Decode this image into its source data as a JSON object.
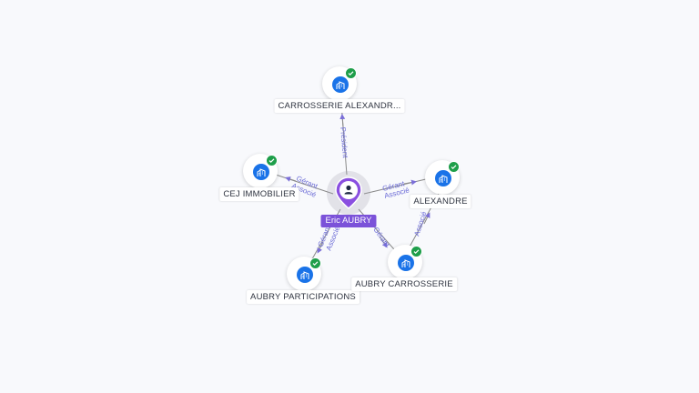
{
  "person": {
    "name": "Eric AUBRY",
    "icon": "person-icon",
    "color": "#7b52d9"
  },
  "companies": [
    {
      "id": "carrosserie-alexandre",
      "label": "CARROSSERIE ALEXANDR...",
      "icon": "building-icon",
      "verified": true
    },
    {
      "id": "cej-immobilier",
      "label": "CEJ IMMOBILIER",
      "icon": "building-icon",
      "verified": true
    },
    {
      "id": "alexandre",
      "label": "ALEXANDRE",
      "icon": "building-icon",
      "verified": true
    },
    {
      "id": "aubry-participations",
      "label": "AUBRY PARTICIPATIONS",
      "icon": "building-icon",
      "verified": true
    },
    {
      "id": "aubry-carrosserie",
      "label": "AUBRY CARROSSERIE",
      "icon": "building-icon",
      "verified": true
    }
  ],
  "edges": [
    {
      "from": "person",
      "to": "carrosserie-alexandre",
      "labels": [
        "Président"
      ]
    },
    {
      "from": "person",
      "to": "cej-immobilier",
      "labels": [
        "Gérant",
        "Associé"
      ]
    },
    {
      "from": "person",
      "to": "alexandre",
      "labels": [
        "Gérant",
        "Associé"
      ]
    },
    {
      "from": "person",
      "to": "aubry-participations",
      "labels": [
        "Gérant",
        "Associé"
      ]
    },
    {
      "from": "person",
      "to": "aubry-carrosserie",
      "labels": [
        "Gérant"
      ]
    },
    {
      "from": "aubry-carrosserie",
      "to": "alexandre",
      "labels": [
        "Associé"
      ]
    }
  ],
  "colors": {
    "company": "#1a73e8",
    "verified": "#1e9e4a",
    "edge_label": "#6a6ad6"
  }
}
